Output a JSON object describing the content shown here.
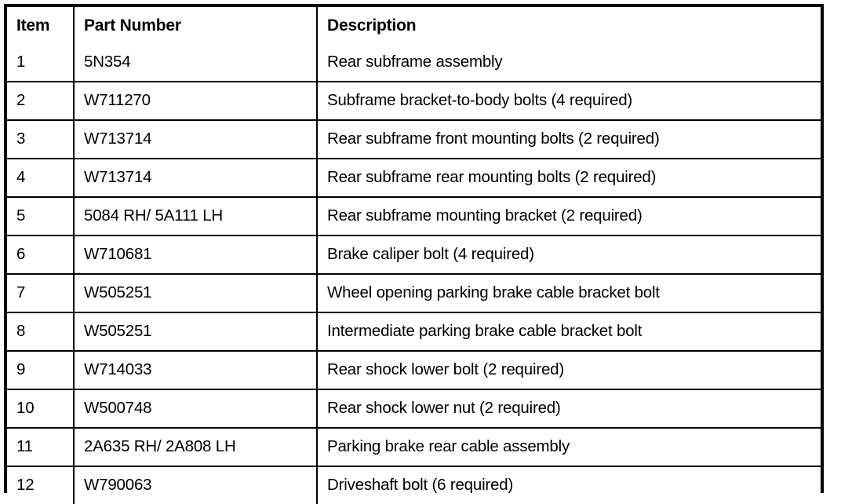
{
  "table": {
    "columns": [
      {
        "key": "item",
        "label": "Item"
      },
      {
        "key": "part_number",
        "label": "Part Number"
      },
      {
        "key": "description",
        "label": "Description"
      }
    ],
    "rows": [
      {
        "item": "1",
        "part_number": "5N354",
        "description": "Rear subframe assembly"
      },
      {
        "item": "2",
        "part_number": "W711270",
        "description": "Subframe bracket-to-body bolts (4 required)"
      },
      {
        "item": "3",
        "part_number": "W713714",
        "description": "Rear subframe front mounting bolts (2 required)"
      },
      {
        "item": "4",
        "part_number": "W713714",
        "description": "Rear subframe rear mounting bolts (2 required)"
      },
      {
        "item": "5",
        "part_number": "5084 RH/ 5A111 LH",
        "description": "Rear subframe mounting bracket (2 required)"
      },
      {
        "item": "6",
        "part_number": "W710681",
        "description": "Brake caliper bolt (4 required)"
      },
      {
        "item": "7",
        "part_number": "W505251",
        "description": "Wheel opening parking brake cable bracket bolt"
      },
      {
        "item": "8",
        "part_number": "W505251",
        "description": "Intermediate parking brake cable bracket bolt"
      },
      {
        "item": "9",
        "part_number": "W714033",
        "description": "Rear shock lower bolt (2 required)"
      },
      {
        "item": "10",
        "part_number": "W500748",
        "description": "Rear shock lower nut (2 required)"
      },
      {
        "item": "11",
        "part_number": "2A635 RH/ 2A808 LH",
        "description": "Parking brake rear cable assembly"
      },
      {
        "item": "12",
        "part_number": "W790063",
        "description": "Driveshaft bolt (6 required)"
      }
    ]
  },
  "colors": {
    "border": "#000000",
    "text": "#000000",
    "background": "#ffffff"
  }
}
